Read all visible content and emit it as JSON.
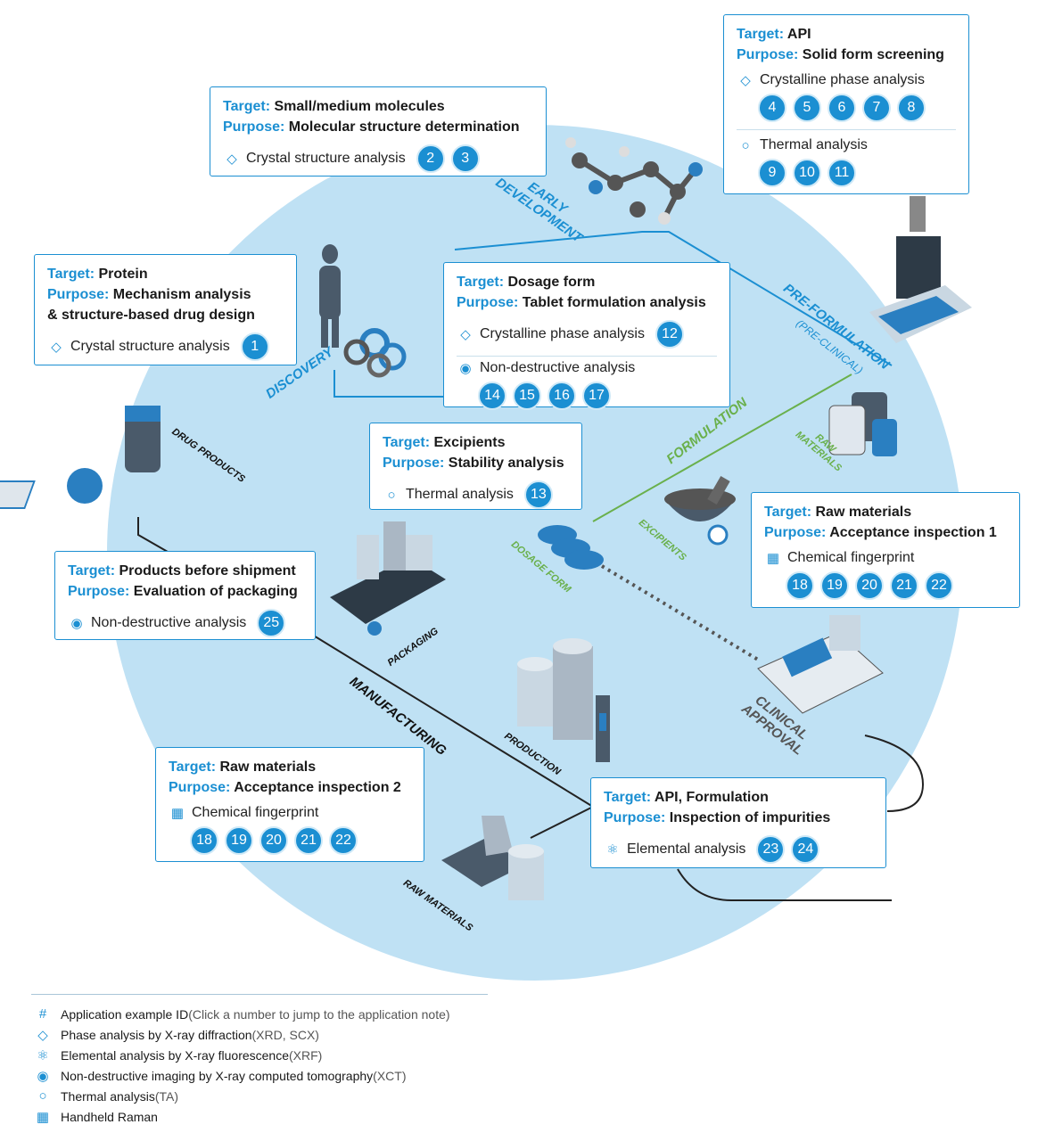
{
  "stages": {
    "early_development": "EARLY\nDEVELOPMENT",
    "pre_formulation": "PRE-FORMULATION",
    "pre_clinical": "(PRE-CLINICAL)",
    "discovery": "DISCOVERY",
    "formulation": "FORMULATION",
    "clinical_approval": "CLINICAL\nAPPROVAL",
    "manufacturing": "MANUFACTURING"
  },
  "objects": {
    "drug_products": "DRUG PRODUCTS",
    "raw_materials_top": "RAW\nMATERIALS",
    "excipients": "EXCIPIENTS",
    "dosage_form": "DOSAGE FORM",
    "packaging": "PACKAGING",
    "production": "PRODUCTION",
    "raw_materials_bottom": "RAW MATERIALS"
  },
  "cards": {
    "api": {
      "target_key": "Target:",
      "target": "API",
      "purpose_key": "Purpose:",
      "purpose": "Solid form screening",
      "a1_label": "Crystalline phase analysis",
      "a1_nums": [
        "4",
        "5",
        "6",
        "7",
        "8"
      ],
      "a2_label": "Thermal analysis",
      "a2_nums": [
        "9",
        "10",
        "11"
      ]
    },
    "small": {
      "target_key": "Target:",
      "target": "Small/medium molecules",
      "purpose_key": "Purpose:",
      "purpose": "Molecular structure determination",
      "a1_label": "Crystal structure analysis",
      "a1_nums": [
        "2",
        "3"
      ]
    },
    "protein": {
      "target_key": "Target:",
      "target": "Protein",
      "purpose_key": "Purpose:",
      "purpose": "Mechanism analysis",
      "purpose2": "& structure-based drug design",
      "a1_label": "Crystal structure analysis",
      "a1_nums": [
        "1"
      ]
    },
    "dosage": {
      "target_key": "Target:",
      "target": "Dosage form",
      "purpose_key": "Purpose:",
      "purpose": "Tablet formulation analysis",
      "a1_label": "Crystalline phase analysis",
      "a1_nums": [
        "12"
      ],
      "a2_label": "Non-destructive analysis",
      "a2_nums": [
        "14",
        "15",
        "16",
        "17"
      ]
    },
    "excipients": {
      "target_key": "Target:",
      "target": "Excipients",
      "purpose_key": "Purpose:",
      "purpose": "Stability analysis",
      "a1_label": "Thermal analysis",
      "a1_nums": [
        "13"
      ]
    },
    "raw1": {
      "target_key": "Target:",
      "target": "Raw materials",
      "purpose_key": "Purpose:",
      "purpose": "Acceptance inspection 1",
      "a1_label": "Chemical fingerprint",
      "a1_nums": [
        "18",
        "19",
        "20",
        "21",
        "22"
      ]
    },
    "shipment": {
      "target_key": "Target:",
      "target": "Products before shipment",
      "purpose_key": "Purpose:",
      "purpose": "Evaluation of packaging",
      "a1_label": "Non-destructive analysis",
      "a1_nums": [
        "25"
      ]
    },
    "raw2": {
      "target_key": "Target:",
      "target": "Raw materials",
      "purpose_key": "Purpose:",
      "purpose": "Acceptance inspection 2",
      "a1_label": "Chemical fingerprint",
      "a1_nums": [
        "18",
        "19",
        "20",
        "21",
        "22"
      ]
    },
    "impurities": {
      "target_key": "Target:",
      "target": "API, Formulation",
      "purpose_key": "Purpose:",
      "purpose": "Inspection of impurities",
      "a1_label": "Elemental analysis",
      "a1_nums": [
        "23",
        "24"
      ]
    }
  },
  "legend": [
    {
      "icon": "hash-icon",
      "main": "Application example ID",
      "note": " (Click a number to jump to the application note)"
    },
    {
      "icon": "diamond-icon",
      "main": "Phase analysis by X-ray diffraction",
      "note": " (XRD, SCX)"
    },
    {
      "icon": "atom-icon",
      "main": "Elemental analysis by X-ray fluorescence",
      "note": " (XRF)"
    },
    {
      "icon": "eye-icon",
      "main": "Non-destructive imaging by X-ray computed tomography",
      "note": " (XCT)"
    },
    {
      "icon": "thermometer-icon",
      "main": "Thermal analysis",
      "note": " (TA)"
    },
    {
      "icon": "raman-icon",
      "main": "Handheld Raman",
      "note": ""
    }
  ],
  "colors": {
    "accent": "#1b8fd2",
    "circle": "#bfe1f4",
    "formulation_green": "#6ab04c"
  }
}
